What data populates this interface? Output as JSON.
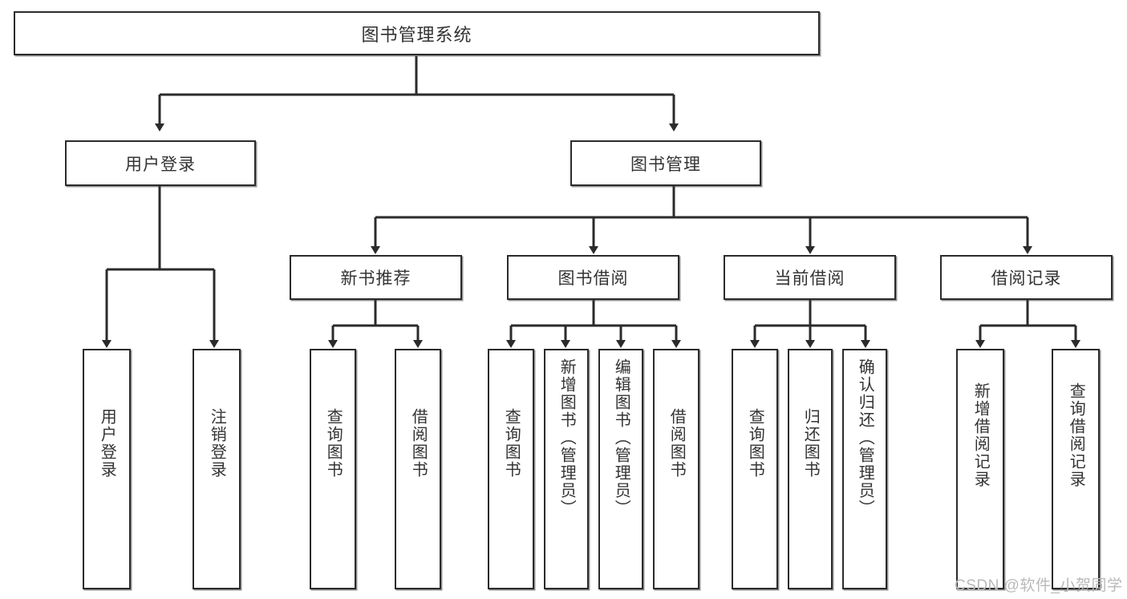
{
  "diagram": {
    "title": "图书管理系统",
    "type": "tree-hierarchy-chart",
    "colors": {
      "stroke": "#2b2b2b",
      "text": "#333333",
      "background": "#ffffff",
      "watermark": "#b9b9b9"
    }
  },
  "root": {
    "label": "图书管理系统"
  },
  "level2": [
    {
      "label": "用户登录"
    },
    {
      "label": "图书管理"
    }
  ],
  "level3": [
    {
      "label": "新书推荐"
    },
    {
      "label": "图书借阅"
    },
    {
      "label": "当前借阅"
    },
    {
      "label": "借阅记录"
    }
  ],
  "leaves": {
    "user_login": [
      {
        "label": "用户登录"
      },
      {
        "label": "注销登录"
      }
    ],
    "new_book_recommend": [
      {
        "label": "查询图书"
      },
      {
        "label": "借阅图书"
      }
    ],
    "book_borrow": [
      {
        "label": "查询图书"
      },
      {
        "label": "新增图书（管理员）"
      },
      {
        "label": "编辑图书（管理员）"
      },
      {
        "label": "借阅图书"
      }
    ],
    "current_borrow": [
      {
        "label": "查询图书"
      },
      {
        "label": "归还图书"
      },
      {
        "label": "确认归还（管理员）"
      }
    ],
    "borrow_records": [
      {
        "label": "新增借阅记录"
      },
      {
        "label": "查询借阅记录"
      }
    ]
  },
  "watermark": {
    "text": "CSDN @软件_小贺同学"
  }
}
